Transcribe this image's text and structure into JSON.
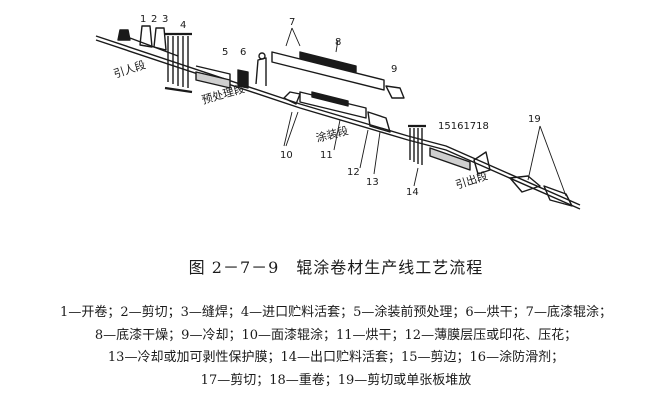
{
  "figure": {
    "section_labels": {
      "lead_in": "引人段",
      "pretreatment": "预处理段",
      "coating": "涂装段",
      "lead_out": "引出段"
    },
    "callouts": {
      "n1": "1",
      "n2": "2",
      "n3": "3",
      "n4": "4",
      "n5": "5",
      "n6": "6",
      "n7": "7",
      "n8": "8",
      "n9": "9",
      "n10": "10",
      "n11": "11",
      "n12": "12",
      "n13": "13",
      "n14": "14",
      "n15_18": "15161718",
      "n19": "19"
    }
  },
  "caption": "图 2－7－9　辊涂卷材生产线工艺流程",
  "legend": [
    "1—开卷；2—剪切；3—缝焊；4—进口贮料活套；5—涂装前预处理；6—烘干；7—底漆辊涂；",
    "8—底漆干燥；9—冷却；10—面漆辊涂；11—烘干；12—薄膜层压或印花、压花；",
    "13—冷却或加可剥性保护膜；14—出口贮料活套；15—剪边；16—涂防滑剂；",
    "17—剪切；18—重卷；19—剪切或单张板堆放"
  ]
}
